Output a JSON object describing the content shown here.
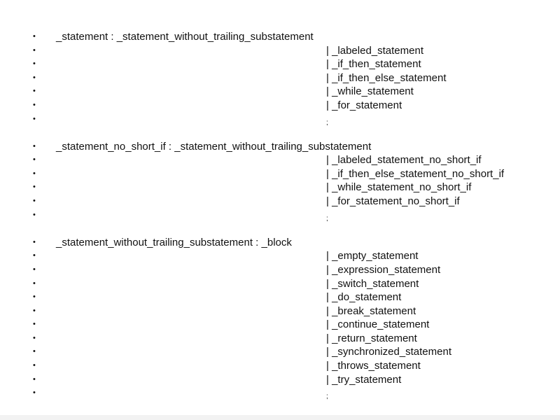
{
  "bullet_char": "•",
  "rules": [
    {
      "head": "_statement : _statement_without_trailing_substatement",
      "alternatives": [
        "| _labeled_statement",
        "| _if_then_statement",
        "| _if_then_else_statement",
        "| _while_statement",
        "| _for_statement"
      ],
      "terminator": ";"
    },
    {
      "head": "_statement_no_short_if : _statement_without_trailing_substatement",
      "alternatives": [
        "| _labeled_statement_no_short_if",
        "| _if_then_else_statement_no_short_if",
        "| _while_statement_no_short_if",
        "| _for_statement_no_short_if"
      ],
      "terminator": ";"
    },
    {
      "head": "_statement_without_trailing_substatement : _block",
      "alternatives": [
        "| _empty_statement",
        "| _expression_statement",
        "| _switch_statement",
        "| _do_statement",
        "| _break_statement",
        "| _continue_statement",
        "| _return_statement",
        "| _synchronized_statement",
        "| _throws_statement",
        "| _try_statement"
      ],
      "terminator": ";"
    }
  ]
}
